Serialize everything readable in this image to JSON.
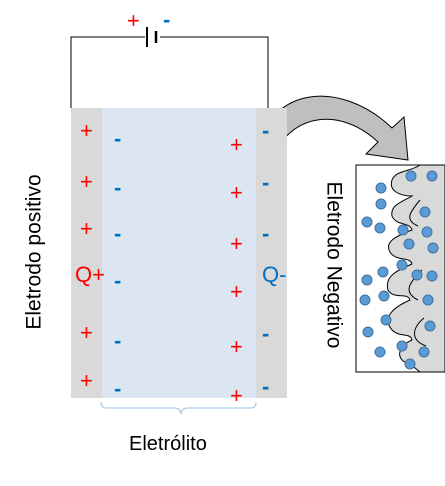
{
  "battery": {
    "plus": "+",
    "minus": "-"
  },
  "left_electrode": {
    "label": "Eletrodo positivo",
    "charge_label": "Q+",
    "charges": [
      "+",
      "+",
      "+",
      "+",
      "+"
    ]
  },
  "right_electrode": {
    "label": "Eletrodo Negativo",
    "charge_label": "Q-",
    "charges": [
      "-",
      "-",
      "-",
      "-",
      "-"
    ]
  },
  "electrolyte": {
    "label": "Eletrólito",
    "left_ions": [
      "-",
      "-",
      "-",
      "-",
      "-",
      "-"
    ],
    "right_ions": [
      "+",
      "+",
      "+",
      "+",
      "+",
      "+"
    ]
  },
  "colors": {
    "plus": "#ff0000",
    "minus": "#0070c0",
    "electrode": "#d9d9d9",
    "electrolyte": "#dce6f2",
    "particle": "#5b9bd5"
  }
}
